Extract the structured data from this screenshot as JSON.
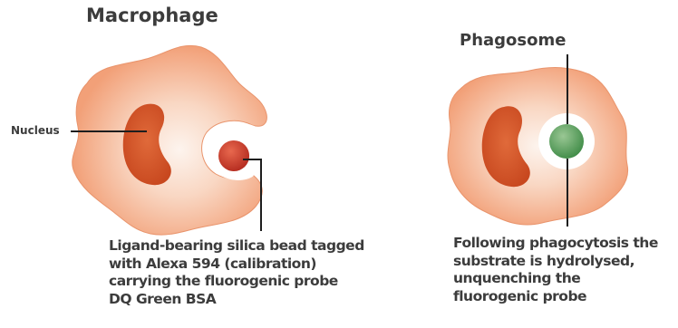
{
  "titles": {
    "macrophage": "Macrophage",
    "phagosome": "Phagosome"
  },
  "labels": {
    "nucleus": "Nucleus"
  },
  "captions": {
    "bead": [
      "Ligand-bearing silica bead tagged",
      "with Alexa 594 (calibration)",
      "carrying the fluorogenic probe",
      "DQ Green BSA"
    ],
    "hydrolysis": [
      "Following phagocytosis the",
      "substrate is hydrolysed,",
      "unquenching the",
      "fluorogenic probe"
    ]
  },
  "colors": {
    "cell_body": "#f2a078",
    "cell_center": "#fdf4ee",
    "nucleus": "#d2522a",
    "bead_red": "#d23a2a",
    "bead_green": "#4f9a57",
    "text": "#3c3c3c",
    "leader_line": "#1e1e1e"
  }
}
